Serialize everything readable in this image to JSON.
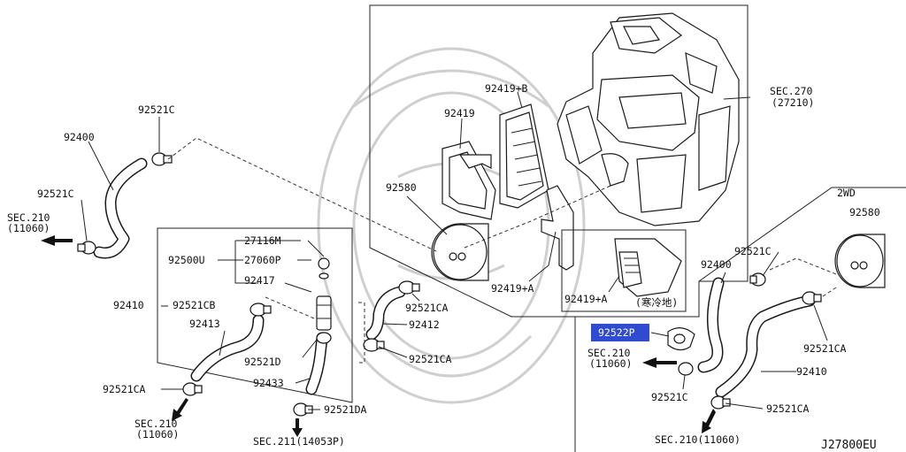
{
  "highlight_color": "#2e4bd1",
  "labels": {
    "sec270": "SEC.270",
    "sec270_sub": "(27210)",
    "p92419b": "92419+B",
    "p92419": "92419",
    "p92580_main": "92580",
    "p92419a": "92419+A",
    "p92419a_inset": "92419+A",
    "inset_note": "(寒冷地)",
    "p92521c_top": "92521C",
    "p92400_left": "92400",
    "p92521c_left": "92521C",
    "sec210_left": "SEC.210",
    "sec210_left_sub": "(11060)",
    "p27116m": "27116M",
    "p27060p": "27060P",
    "p92500u": "92500U",
    "p92417": "92417",
    "p92410_left": "92410",
    "p92521cb": "92521CB",
    "p92413": "92413",
    "p92521d": "92521D",
    "p92433": "92433",
    "p92521ca_left": "92521CA",
    "sec210_bl": "SEC.210",
    "sec210_bl_sub": "(11060)",
    "p92521da": "92521DA",
    "sec211": "SEC.211(14053P)",
    "p92521ca_mid1": "92521CA",
    "p92412": "92412",
    "p92521ca_mid2": "92521CA",
    "p2wd": "2WD",
    "p92580_right": "92580",
    "p92521c_right": "92521C",
    "p92400_right": "92400",
    "p92522p": "92522P",
    "sec210_right": "SEC.210",
    "sec210_right_sub": "(11060)",
    "p92521ca_right": "92521CA",
    "p92410_right": "92410",
    "p92521c_right2": "92521C",
    "p92521ca_right2": "92521CA",
    "sec210_br": "SEC.210(11060)",
    "diagram_code": "J27800EU"
  }
}
